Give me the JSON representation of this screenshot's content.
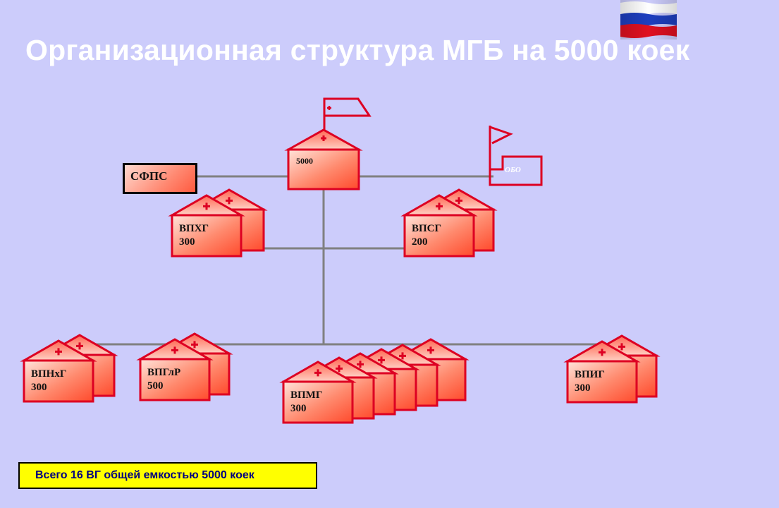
{
  "title": "Организационная структура МГБ на 5000 коек",
  "colors": {
    "background": "#ccccfb",
    "unit_fill_light": "#ffd6cc",
    "unit_fill_dark": "#ff5533",
    "unit_border": "#dd0022",
    "cross": "#dd0022",
    "connector": "#808080",
    "total_bg": "#ffff00",
    "total_text": "#000080"
  },
  "icons": {
    "flag": "russian-flag-icon",
    "hospital": "hospital-tent-icon",
    "pennant": "pennant-flag-icon"
  },
  "head": {
    "value": "5000"
  },
  "sfps": {
    "label": "СФПС"
  },
  "obo": {
    "label": "ОБО"
  },
  "units": [
    {
      "id": "vpkhg",
      "name": "ВПХГ",
      "beds": "300"
    },
    {
      "id": "vpsg",
      "name": "ВПСГ",
      "beds": "200"
    },
    {
      "id": "vpnkhg",
      "name": "ВПНхГ",
      "beds": "300"
    },
    {
      "id": "vpglr",
      "name": "ВПГлР",
      "beds": "500"
    },
    {
      "id": "vpmg",
      "name": "ВПМГ",
      "beds": "300"
    },
    {
      "id": "vpig",
      "name": "ВПИГ",
      "beds": "300"
    }
  ],
  "total": {
    "text": "Всего 16 ВГ  общей емкостью  5000 коек"
  }
}
